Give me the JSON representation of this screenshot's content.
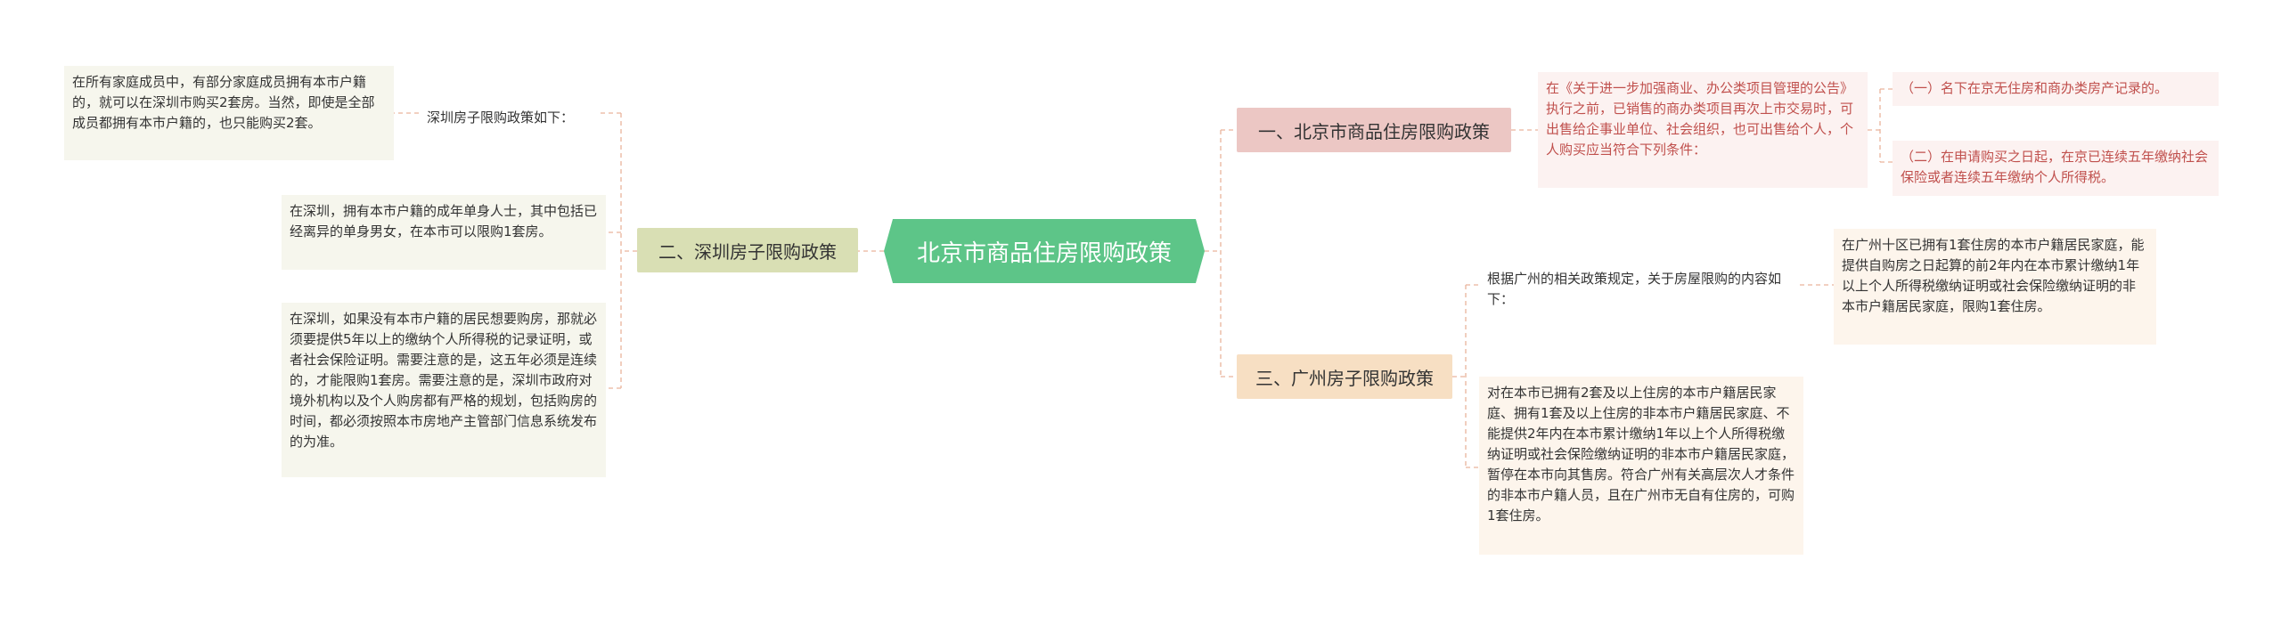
{
  "root": {
    "label": "北京市商品住房限购政策"
  },
  "branches": {
    "beijing": {
      "label": "一、北京市商品住房限购政策",
      "detail": "在《关于进一步加强商业、办公类项目管理的公告》执行之前，已销售的商办类项目再次上市交易时，可出售给企事业单位、社会组织，也可出售给个人，个人购买应当符合下列条件：",
      "conditions": [
        "（一）名下在京无住房和商办类房产记录的。",
        "（二）在申请购买之日起，在京已连续五年缴纳社会保险或者连续五年缴纳个人所得税。"
      ]
    },
    "shenzhen": {
      "label": "二、深圳房子限购政策",
      "intro": "深圳房子限购政策如下：",
      "intro_detail": "在所有家庭成员中，有部分家庭成员拥有本市户籍的，就可以在深圳市购买2套房。当然，即使是全部成员都拥有本市户籍的，也只能购买2套。",
      "items": [
        "在深圳，拥有本市户籍的成年单身人士，其中包括已经离异的单身男女，在本市可以限购1套房。",
        "在深圳，如果没有本市户籍的居民想要购房，那就必须要提供5年以上的缴纳个人所得税的记录证明，或者社会保险证明。需要注意的是，这五年必须是连续的，才能限购1套房。需要注意的是，深圳市政府对境外机构以及个人购房都有严格的规划，包括购房的时间，都必须按照本市房地产主管部门信息系统发布的为准。"
      ]
    },
    "guangzhou": {
      "label": "三、广州房子限购政策",
      "intro": "根据广州的相关政策规定，关于房屋限购的内容如下：",
      "intro_detail": "在广州十区已拥有1套住房的本市户籍居民家庭，能提供自购房之日起算的前2年内在本市累计缴纳1年以上个人所得税缴纳证明或社会保险缴纳证明的非本市户籍居民家庭，限购1套住房。",
      "item": "对在本市已拥有2套及以上住房的本市户籍居民家庭、拥有1套及以上住房的非本市户籍居民家庭、不能提供2年内在本市累计缴纳1年以上个人所得税缴纳证明或社会保险缴纳证明的非本市户籍居民家庭，暂停在本市向其售房。符合广州有关高层次人才条件的非本市户籍人员，且在广州市无自有住房的，可购1套住房。"
    }
  },
  "colors": {
    "root": "#5dc588",
    "beijing": "#ecc7c4",
    "shenzhen": "#d9dfb4",
    "guangzhou": "#f7dfc3",
    "connector": "#e9b39c"
  }
}
